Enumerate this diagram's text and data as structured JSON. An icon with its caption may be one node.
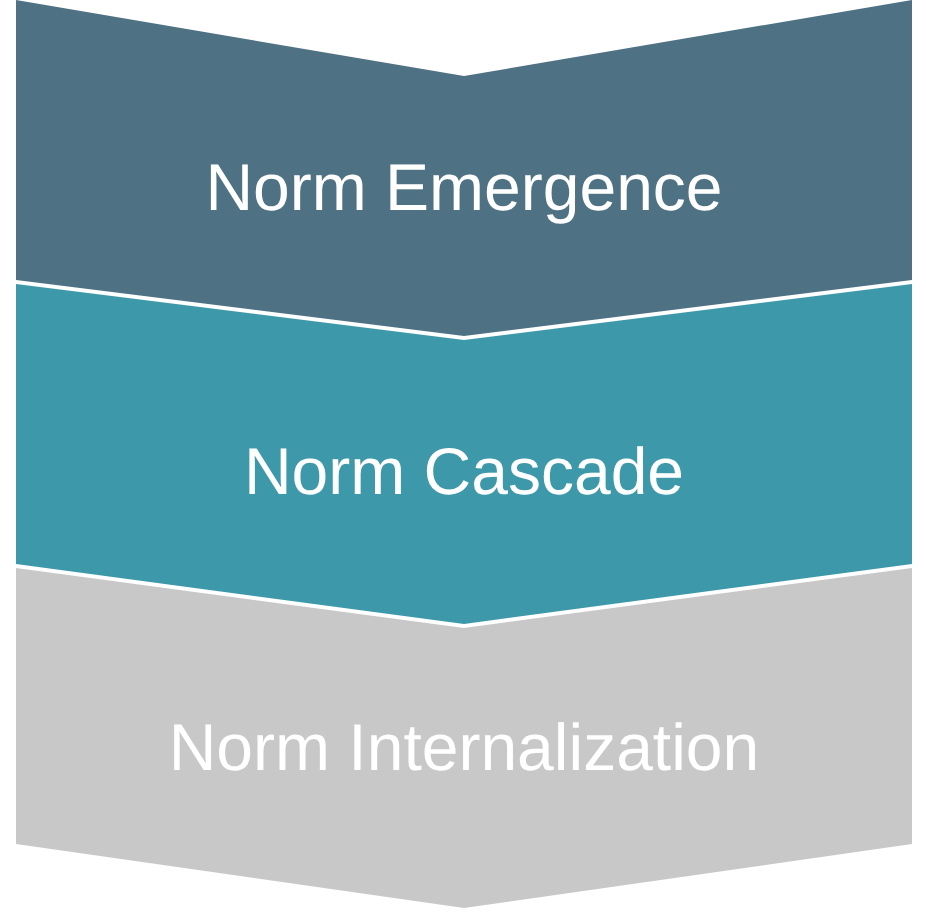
{
  "diagram": {
    "nodes": [
      {
        "text": [
          "Norm Emergence"
        ]
      },
      {
        "text": [
          "Norm Cascade"
        ]
      },
      {
        "text": [
          "Norm Internalization"
        ]
      }
    ]
  }
}
